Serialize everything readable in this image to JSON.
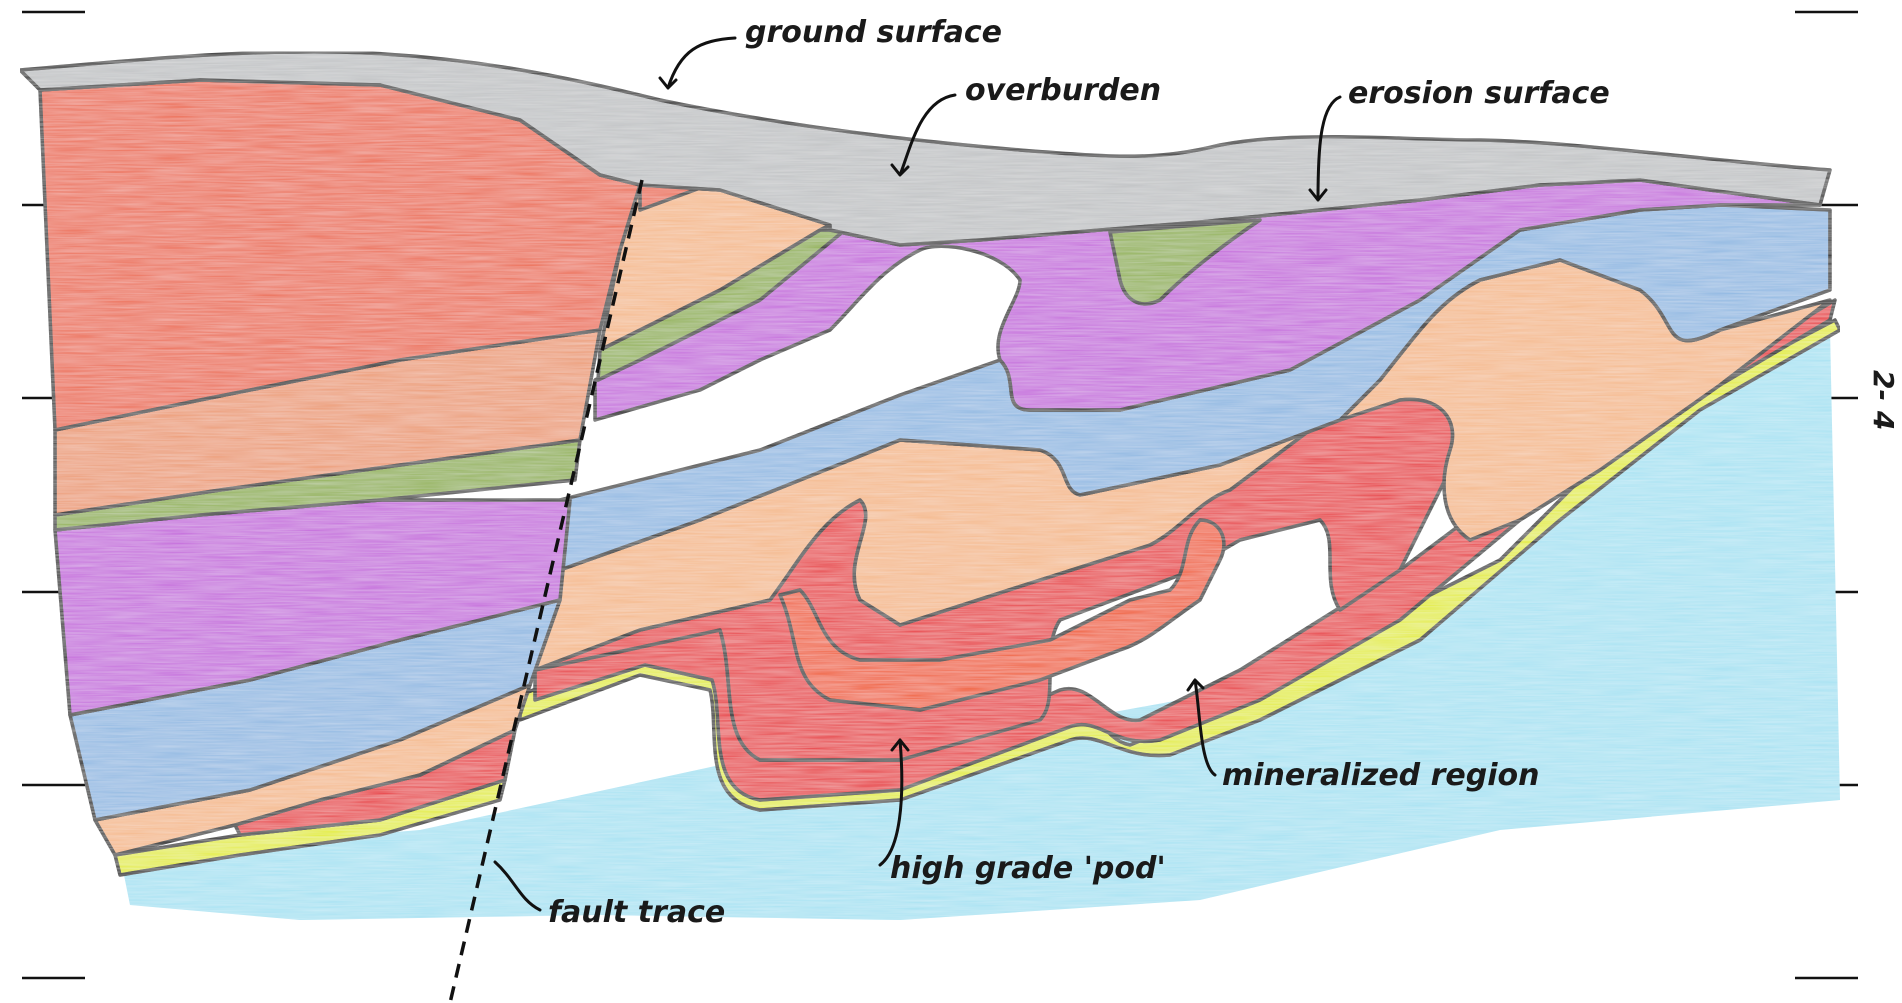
{
  "labels": {
    "ground_surface": "ground surface",
    "overburden": "overburden",
    "erosion_surface": "erosion surface",
    "mineralized_region": "mineralized region",
    "high_grade_pod": "high grade 'pod'",
    "fault_trace": "fault trace",
    "page_number": "2- 4"
  },
  "colors": {
    "overburden": "#bfc1c3",
    "red_orange": "#ec6a4e",
    "peach": "#f4b889",
    "green": "#8fb04a",
    "purple": "#c568dc",
    "blue": "#8fb8e2",
    "red": "#e8343a",
    "orange_core": "#f05a28",
    "yellow": "#e3ec2a",
    "light_cyan": "#a7e2f2"
  }
}
